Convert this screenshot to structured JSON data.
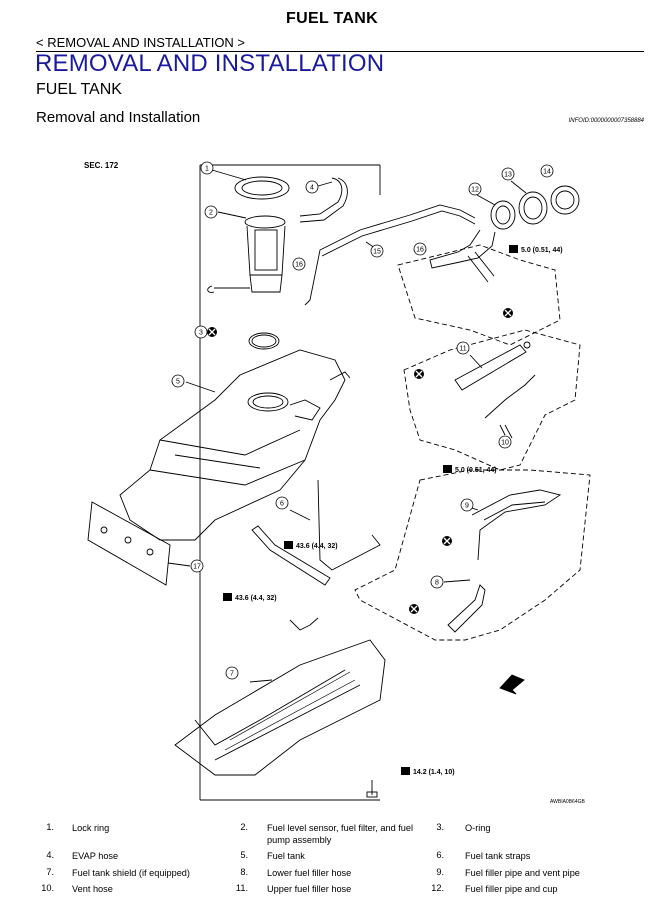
{
  "header": {
    "title": "FUEL TANK",
    "breadcrumb": "< REMOVAL AND INSTALLATION >",
    "section": "REMOVAL AND INSTALLATION",
    "subsection": "FUEL TANK",
    "subheading": "Removal and Installation",
    "info_id": "INFOID:0000000007358884"
  },
  "diagram": {
    "sec_label": "SEC. 172",
    "figure_id": "AWBIA0B64GB",
    "callouts": [
      "1",
      "2",
      "3",
      "4",
      "5",
      "6",
      "7",
      "8",
      "9",
      "10",
      "11",
      "12",
      "13",
      "14",
      "15",
      "16",
      "16",
      "17"
    ],
    "torques": [
      "5.0 (0.51, 44)",
      "5.0 (0.51, 44)",
      "43.6 (4.4, 32)",
      "43.6 (4.4, 32)",
      "14.2 (1.4, 10)"
    ]
  },
  "legend": [
    {
      "num": "1.",
      "text": "Lock ring"
    },
    {
      "num": "2.",
      "text": "Fuel level sensor, fuel filter, and fuel pump assembly"
    },
    {
      "num": "3.",
      "text": "O-ring"
    },
    {
      "num": "4.",
      "text": "EVAP hose"
    },
    {
      "num": "5.",
      "text": "Fuel tank"
    },
    {
      "num": "6.",
      "text": "Fuel tank straps"
    },
    {
      "num": "7.",
      "text": "Fuel tank shield (if equipped)"
    },
    {
      "num": "8.",
      "text": "Lower fuel filler hose"
    },
    {
      "num": "9.",
      "text": "Fuel filler pipe and vent pipe"
    },
    {
      "num": "10.",
      "text": "Vent hose"
    },
    {
      "num": "11.",
      "text": "Upper fuel filler hose"
    },
    {
      "num": "12.",
      "text": "Fuel filler pipe and cup"
    }
  ]
}
